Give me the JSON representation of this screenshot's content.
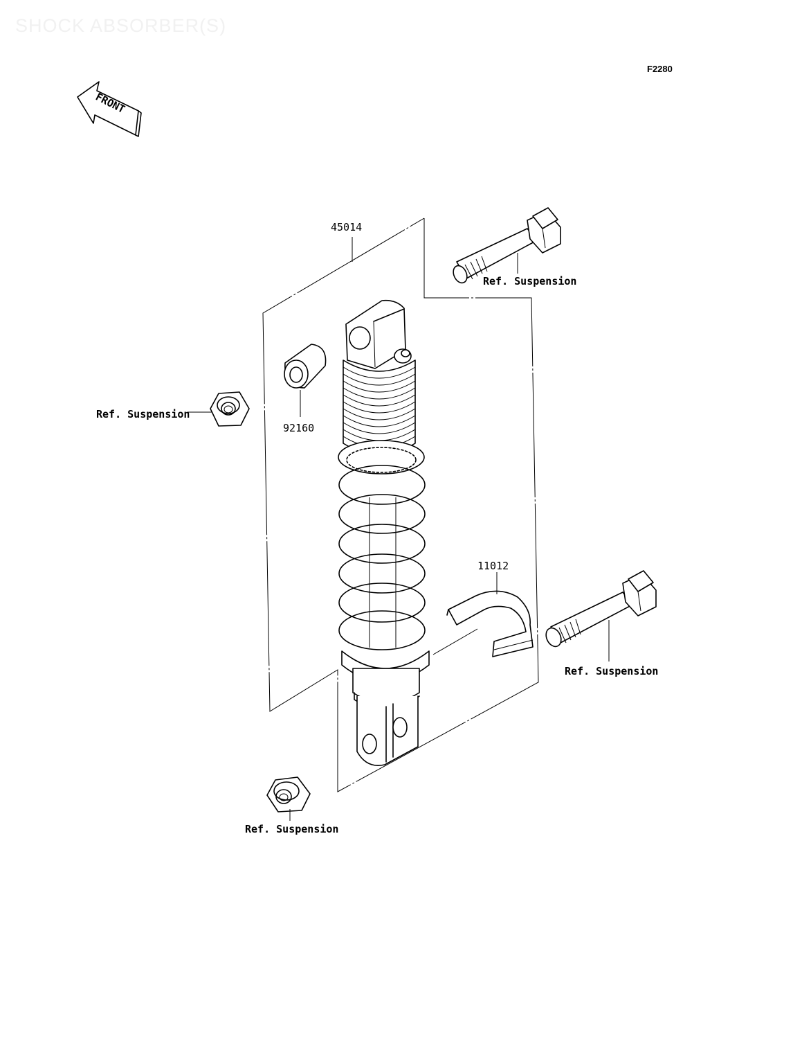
{
  "watermark": "SHOCK ABSORBER(S)",
  "diagram_code": "F2280",
  "front_indicator": "FRONT",
  "labels": {
    "shock_absorber": "45014",
    "bushing": "92160",
    "clamp": "11012",
    "bolt_upper": "Ref. Suspension",
    "nut_upper": "Ref. Suspension",
    "bolt_lower": "Ref. Suspension",
    "nut_lower": "Ref. Suspension"
  }
}
